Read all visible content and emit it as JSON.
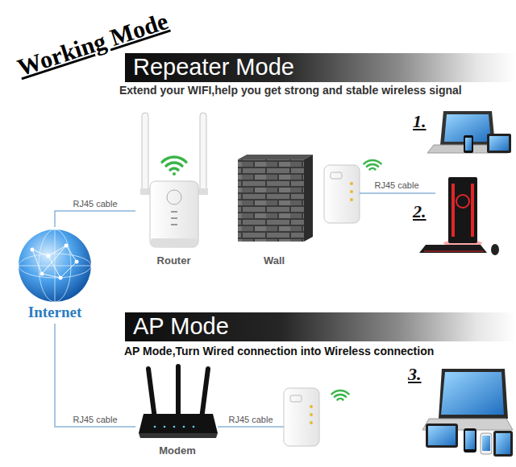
{
  "diagram": {
    "title": "Working Mode",
    "nodes": [
      {
        "text": [
          "Repeater Mode"
        ]
      },
      {
        "text": [
          "Router"
        ]
      },
      {
        "text": [
          "Wall"
        ]
      },
      {
        "text": [
          "Internet"
        ]
      },
      {
        "text": [
          "AP Mode"
        ]
      },
      {
        "text": [
          "Modem"
        ]
      }
    ],
    "edges": [
      {
        "from": 3,
        "to": 1,
        "arrow": "none",
        "label": "RJ45 cable"
      },
      {
        "from": 3,
        "to": 5,
        "arrow": "none",
        "label": "RJ45 cable"
      }
    ],
    "labels": [
      "Extend your WIFI,help you get strong and stable wireless signal",
      "1.",
      "RJ45 cable",
      "2.",
      "AP Mode,Turn Wired connection into Wireless connection",
      "RJ45 cable",
      "3."
    ]
  }
}
